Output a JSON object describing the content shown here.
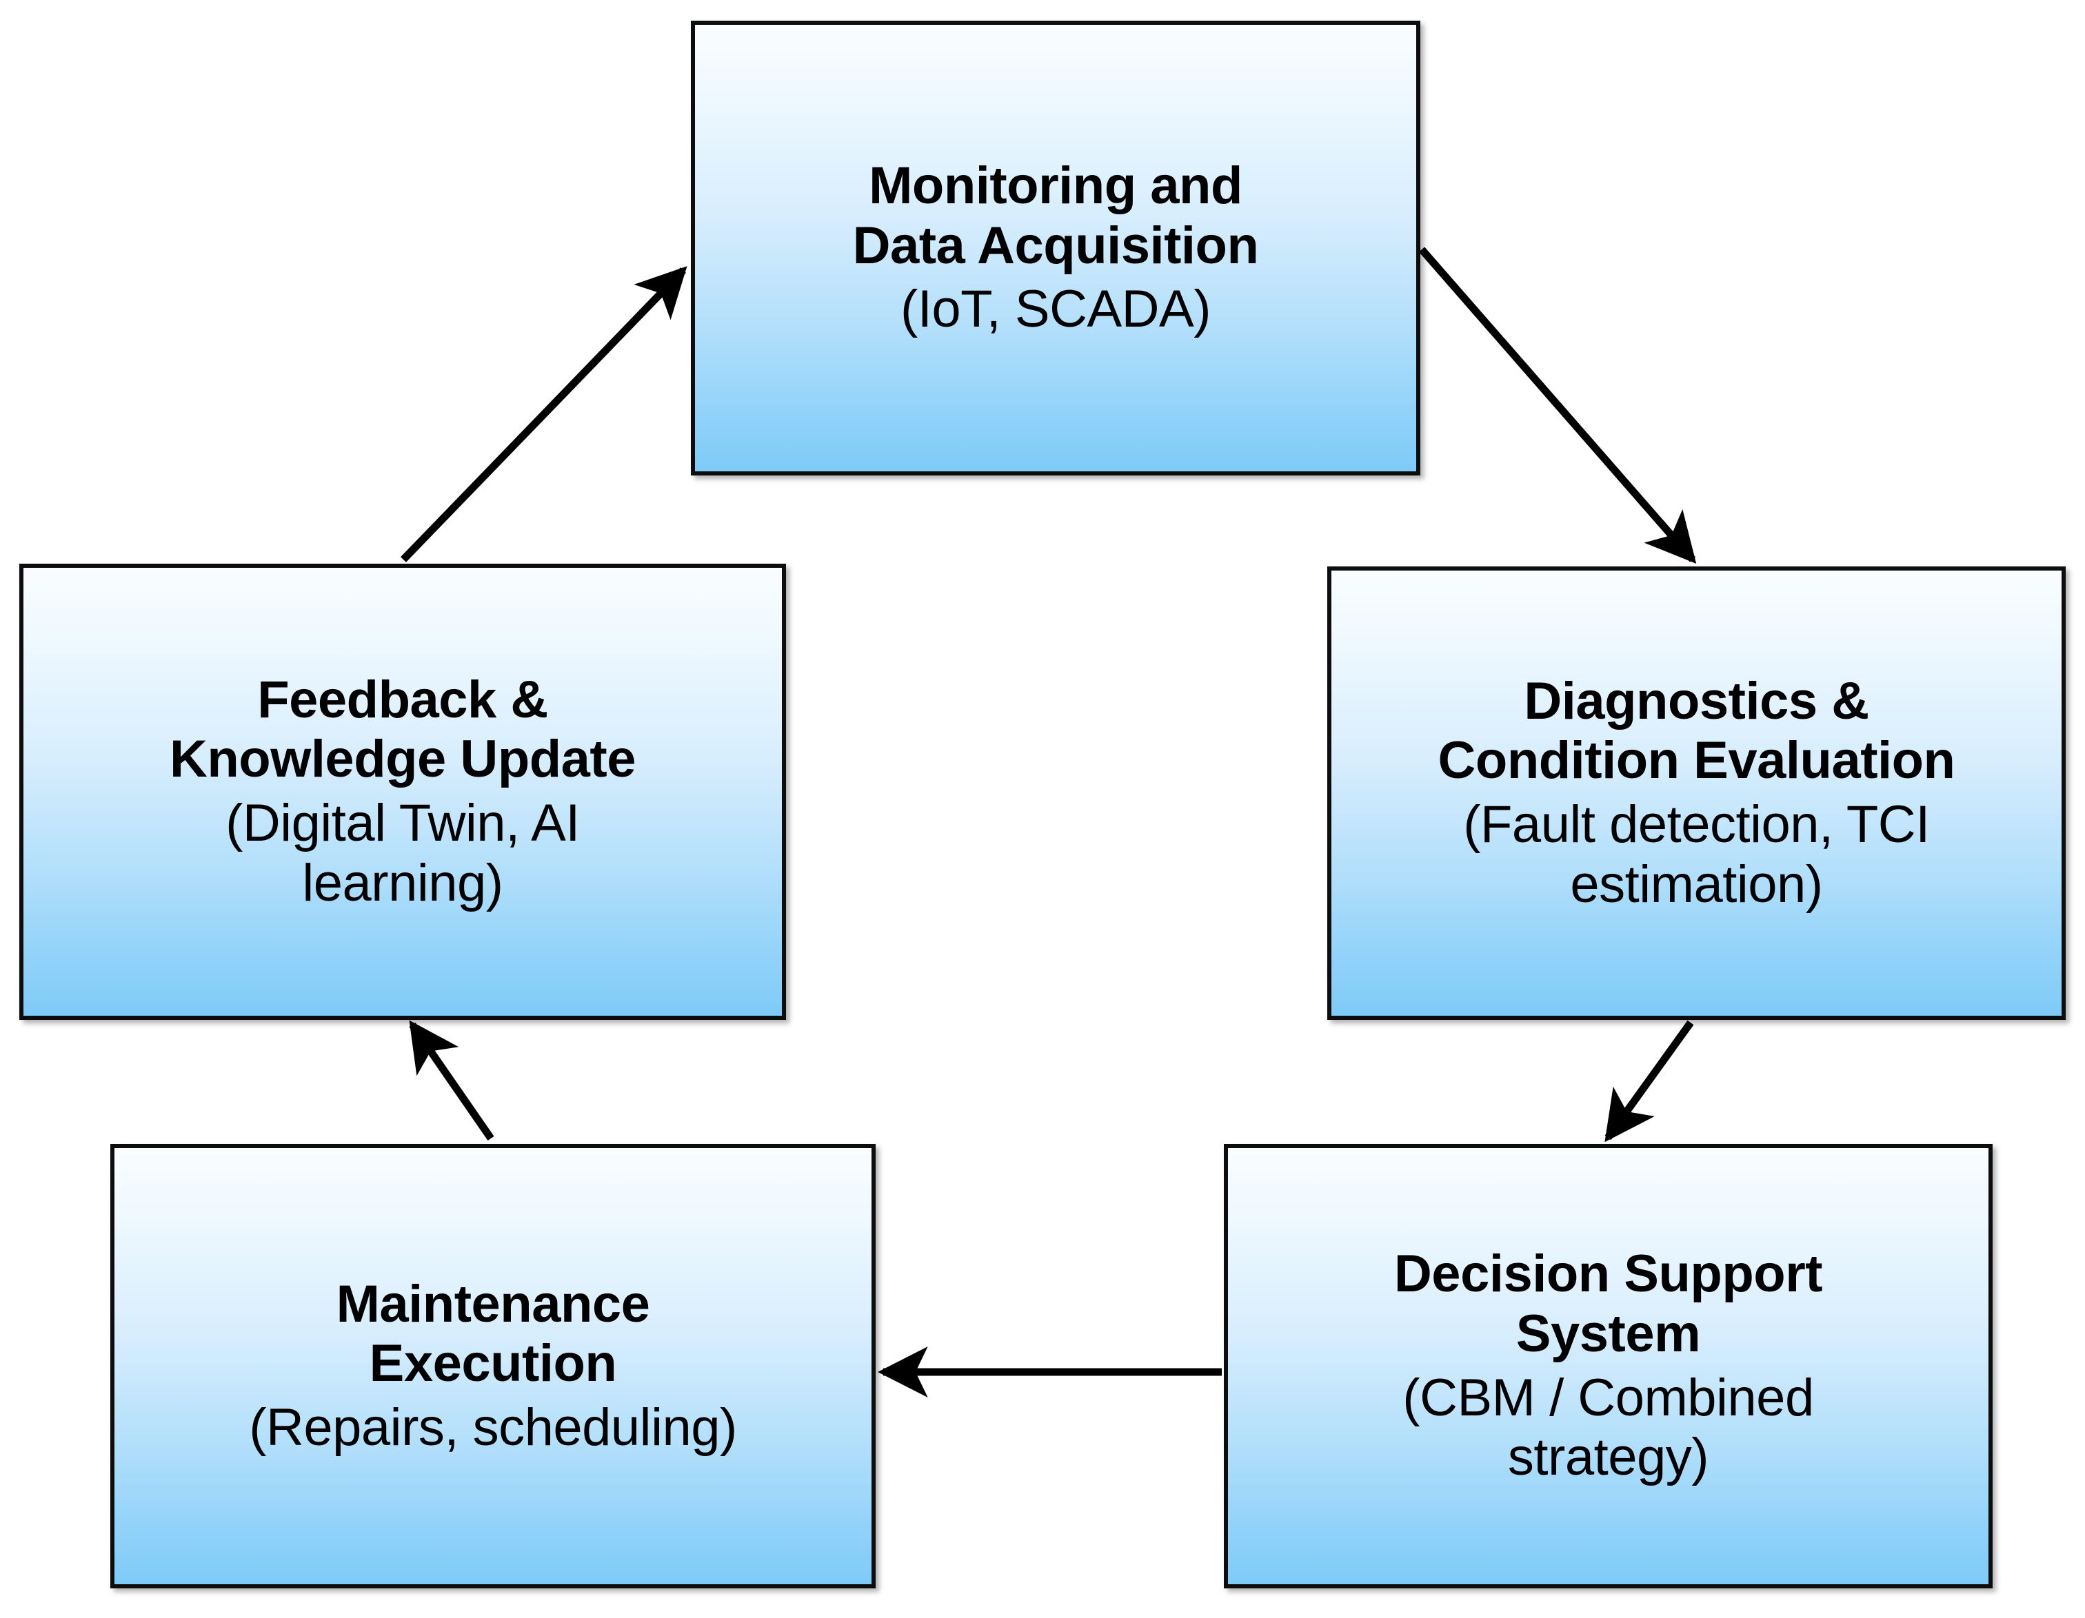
{
  "diagram": {
    "type": "cycle-flowchart",
    "background_color": "#ffffff",
    "node_fill_top": "#fafdff",
    "node_fill_bottom": "#7ecbf8",
    "node_border_color": "#0d0d0d",
    "arrow_color": "#000000",
    "nodes": [
      {
        "id": "monitoring",
        "title": "Monitoring and\nData Acquisition",
        "subtitle": "(IoT, SCADA)"
      },
      {
        "id": "diagnostics",
        "title": "Diagnostics &\nCondition Evaluation",
        "subtitle": "(Fault detection, TCI\nestimation)"
      },
      {
        "id": "decision",
        "title": "Decision Support\nSystem",
        "subtitle": "(CBM / Combined\nstrategy)"
      },
      {
        "id": "maintenance",
        "title": "Maintenance\nExecution",
        "subtitle": "(Repairs, scheduling)"
      },
      {
        "id": "feedback",
        "title": "Feedback &\nKnowledge Update",
        "subtitle": "(Digital Twin, AI\nlearning)"
      }
    ],
    "edges": [
      {
        "id": "monitoring-to-diagnostics",
        "from": "monitoring",
        "to": "diagnostics",
        "direction": "down-right"
      },
      {
        "id": "diagnostics-to-decision",
        "from": "diagnostics",
        "to": "decision",
        "direction": "down-left"
      },
      {
        "id": "decision-to-maintenance",
        "from": "decision",
        "to": "maintenance",
        "direction": "left"
      },
      {
        "id": "maintenance-to-feedback",
        "from": "maintenance",
        "to": "feedback",
        "direction": "up-left"
      },
      {
        "id": "feedback-to-monitoring",
        "from": "feedback",
        "to": "monitoring",
        "direction": "up-right"
      }
    ]
  }
}
